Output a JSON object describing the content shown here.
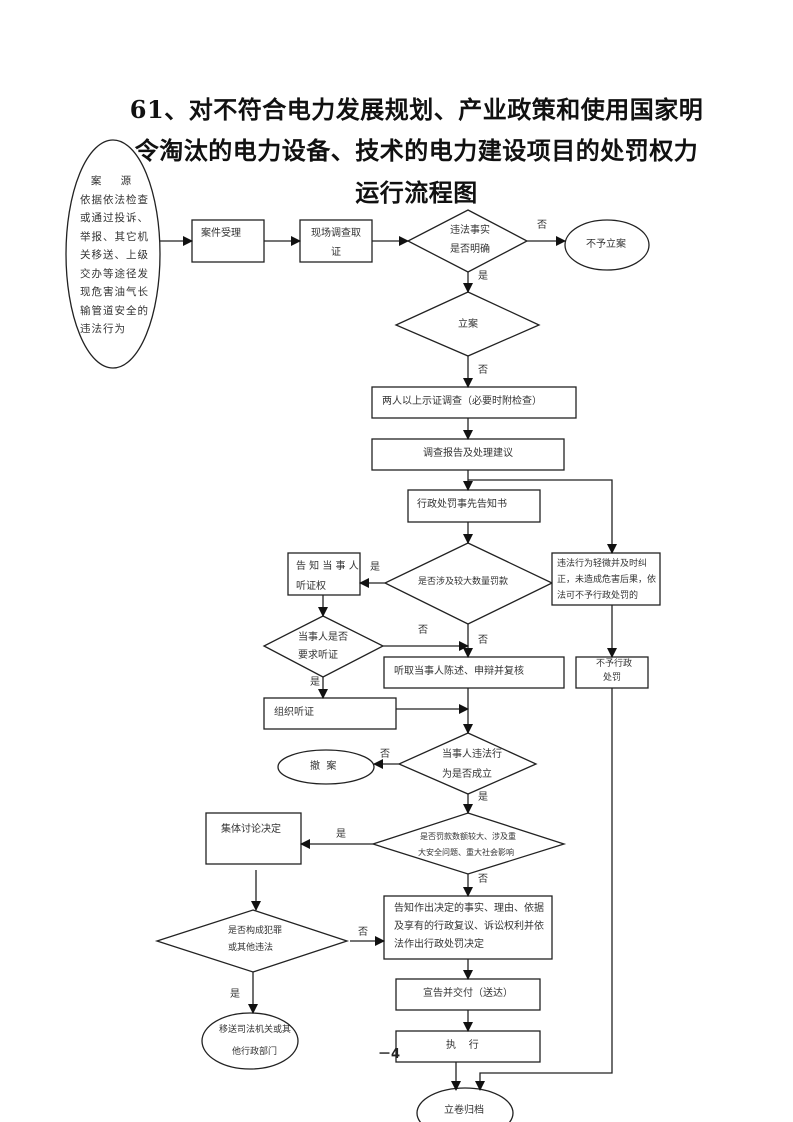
{
  "title": {
    "line1": "61、对不符合电力发展规划、产业政策和使用国家明",
    "line2": "令淘汰的电力设备、技术的电力建设项目的处罚权力",
    "line3": "运行流程图"
  },
  "nodes": {
    "source_head": "案  源",
    "source_body": "依据依法检查或通过投诉、举报、其它机关移送、上级交办等途径发现危害油气长输管道安全的违法行为",
    "case_accept": "案件受理",
    "site_investigation": "现场调查取证",
    "fact_clear": [
      "违法事实",
      "是否明确"
    ],
    "no_case": "不予立案",
    "file_case": "立案",
    "two_person_investigation": "两人以上示证调查（必要时附检查）",
    "report": "调查报告及处理建议",
    "prior_notice": "行政处罚事先告知书",
    "large_fine": "是否涉及较大数量罚款",
    "minor_violation": "违法行为轻微并及时纠正，未造成危害后果，依法可不予行政处罚的",
    "notify_hearing": [
      "告 知 当 事 人",
      "听证权"
    ],
    "request_hearing": [
      "当事人是否",
      "要求听证"
    ],
    "hear_statement": "听取当事人陈述、申辩并复核",
    "no_penalty": [
      "不予行政",
      "处罚"
    ],
    "organize_hearing": "组织听证",
    "violation_established": [
      "当事人违法行",
      "为是否成立"
    ],
    "withdraw": "撤  案",
    "collective_decision": "集体讨论决定",
    "major_case": [
      "是否罚款数额较大、涉及重",
      "大安全问题、重大社会影响"
    ],
    "crime_check": [
      "是否构成犯罪",
      "或其他违法"
    ],
    "notify_decision": "告知作出决定的事实、理由、依据及享有的行政复议、诉讼权利并依法作出行政处罚决定",
    "announce": "宣告并交付（送达）",
    "transfer": [
      "移送司法机关或其",
      "他行政部门"
    ],
    "execute": "执    行",
    "archive": "立卷归档"
  },
  "edge_labels": {
    "yes": "是",
    "no": "否"
  },
  "page_number": "－4"
}
